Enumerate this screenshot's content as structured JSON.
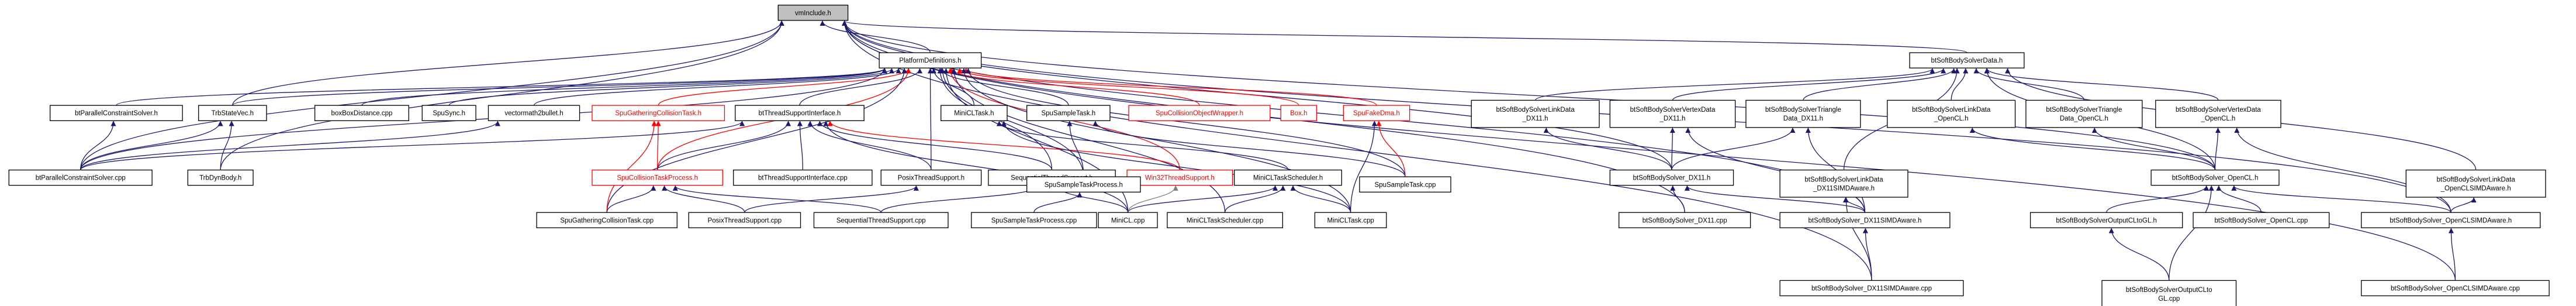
{
  "colors": {
    "edge_default": "#191970",
    "edge_red": "#ff0000",
    "edge_gray": "#7f7f7f",
    "node_red_text": "#ff0000",
    "root_fill": "#bfbfbf"
  },
  "nodes": [
    {
      "id": "vmi",
      "lines": [
        "vmInclude.h"
      ],
      "style": "root"
    },
    {
      "id": "pd",
      "lines": [
        "PlatformDefinitions.h"
      ],
      "style": "normal"
    },
    {
      "id": "sbsd",
      "lines": [
        "btSoftBodySolverData.h"
      ],
      "style": "normal"
    },
    {
      "id": "pcs_h",
      "lines": [
        "btParallelConstraintSolver.h"
      ],
      "style": "normal"
    },
    {
      "id": "trsm",
      "lines": [
        "TrbStateVec.h"
      ],
      "style": "normal"
    },
    {
      "id": "bbd",
      "lines": [
        "boxBoxDistance.cpp"
      ],
      "style": "normal"
    },
    {
      "id": "ssync",
      "lines": [
        "SpuSync.h"
      ],
      "style": "normal"
    },
    {
      "id": "vmb",
      "lines": [
        "vectormath2bullet.h"
      ],
      "style": "normal"
    },
    {
      "id": "sgct_h",
      "lines": [
        "SpuGatheringCollisionTask.h"
      ],
      "style": "red"
    },
    {
      "id": "btsi_h",
      "lines": [
        "btThreadSupportInterface.h"
      ],
      "style": "normal"
    },
    {
      "id": "mct_h",
      "lines": [
        "MiniCLTask.h"
      ],
      "style": "normal"
    },
    {
      "id": "sst_h",
      "lines": [
        "SpuSampleTask.h"
      ],
      "style": "normal"
    },
    {
      "id": "scow",
      "lines": [
        "SpuCollisionObjectWrapper.h"
      ],
      "style": "red"
    },
    {
      "id": "box",
      "lines": [
        "Box.h"
      ],
      "style": "red"
    },
    {
      "id": "sfd",
      "lines": [
        "SpuFakeDma.h"
      ],
      "style": "red"
    },
    {
      "id": "pcs_cpp",
      "lines": [
        "btParallelConstraintSolver.cpp"
      ],
      "style": "normal"
    },
    {
      "id": "tdb",
      "lines": [
        "TrbDynBody.h"
      ],
      "style": "normal"
    },
    {
      "id": "sctp_h",
      "lines": [
        "SpuCollisionTaskProcess.h"
      ],
      "style": "red"
    },
    {
      "id": "btsi_cpp",
      "lines": [
        "btThreadSupportInterface.cpp"
      ],
      "style": "normal"
    },
    {
      "id": "pts_h",
      "lines": [
        "PosixThreadSupport.h"
      ],
      "style": "normal"
    },
    {
      "id": "seqts_h",
      "lines": [
        "SequentialThreadSupport.h"
      ],
      "style": "normal"
    },
    {
      "id": "w32_h",
      "lines": [
        "Win32ThreadSupport.h"
      ],
      "style": "red"
    },
    {
      "id": "mcts_h",
      "lines": [
        "MiniCLTaskScheduler.h"
      ],
      "style": "normal"
    },
    {
      "id": "sstp_h",
      "lines": [
        "SpuSampleTaskProcess.h"
      ],
      "style": "normal"
    },
    {
      "id": "sst_cpp",
      "lines": [
        "SpuSampleTask.cpp"
      ],
      "style": "normal"
    },
    {
      "id": "sgct_cpp",
      "lines": [
        "SpuGatheringCollisionTask.cpp"
      ],
      "style": "normal"
    },
    {
      "id": "pts_cpp",
      "lines": [
        "PosixThreadSupport.cpp"
      ],
      "style": "normal"
    },
    {
      "id": "seqts_cpp",
      "lines": [
        "SequentialThreadSupport.cpp"
      ],
      "style": "normal"
    },
    {
      "id": "sstp_cpp",
      "lines": [
        "SpuSampleTaskProcess.cpp"
      ],
      "style": "normal"
    },
    {
      "id": "mcl_cpp",
      "lines": [
        "MiniCL.cpp"
      ],
      "style": "normal"
    },
    {
      "id": "mcts_cpp",
      "lines": [
        "MiniCLTaskScheduler.cpp"
      ],
      "style": "normal"
    },
    {
      "id": "mct_cpp",
      "lines": [
        "MiniCLTask.cpp"
      ],
      "style": "normal"
    },
    {
      "id": "ld11",
      "lines": [
        "btSoftBodySolverLinkData",
        "_DX11.h"
      ],
      "style": "normal"
    },
    {
      "id": "vd11",
      "lines": [
        "btSoftBodySolverVertexData",
        "_DX11.h"
      ],
      "style": "normal"
    },
    {
      "id": "td11",
      "lines": [
        "btSoftBodySolverTriangle",
        "Data_DX11.h"
      ],
      "style": "normal"
    },
    {
      "id": "ldocl",
      "lines": [
        "btSoftBodySolverLinkData",
        "_OpenCL.h"
      ],
      "style": "normal"
    },
    {
      "id": "tdocl",
      "lines": [
        "btSoftBodySolverTriangle",
        "Data_OpenCL.h"
      ],
      "style": "normal"
    },
    {
      "id": "vdocl",
      "lines": [
        "btSoftBodySolverVertexData",
        "_OpenCL.h"
      ],
      "style": "normal"
    },
    {
      "id": "dx11_h",
      "lines": [
        "btSoftBodySolver_DX11.h"
      ],
      "style": "normal"
    },
    {
      "id": "ld11s",
      "lines": [
        "btSoftBodySolverLinkData",
        "_DX11SIMDAware.h"
      ],
      "style": "normal"
    },
    {
      "id": "ocl_h",
      "lines": [
        "btSoftBodySolver_OpenCL.h"
      ],
      "style": "normal"
    },
    {
      "id": "ldocls",
      "lines": [
        "btSoftBodySolverLinkData",
        "_OpenCLSIMDAware.h"
      ],
      "style": "normal"
    },
    {
      "id": "dx11_cpp",
      "lines": [
        "btSoftBodySolver_DX11.cpp"
      ],
      "style": "normal"
    },
    {
      "id": "dx11s_h",
      "lines": [
        "btSoftBodySolver_DX11SIMDAware.h"
      ],
      "style": "normal"
    },
    {
      "id": "oclgl_h",
      "lines": [
        "btSoftBodySolverOutputCLtoGL.h"
      ],
      "style": "normal"
    },
    {
      "id": "ocl_cpp",
      "lines": [
        "btSoftBodySolver_OpenCL.cpp"
      ],
      "style": "normal"
    },
    {
      "id": "ocls_h",
      "lines": [
        "btSoftBodySolver_OpenCLSIMDAware.h"
      ],
      "style": "normal"
    },
    {
      "id": "dx11s_cpp",
      "lines": [
        "btSoftBodySolver_DX11SIMDAware.cpp"
      ],
      "style": "normal"
    },
    {
      "id": "oclgl_cpp",
      "lines": [
        "btSoftBodySolverOutputCLto",
        "GL.cpp"
      ],
      "style": "normal"
    },
    {
      "id": "ocls_cpp",
      "lines": [
        "btSoftBodySolver_OpenCLSIMDAware.cpp"
      ],
      "style": "normal"
    }
  ],
  "edges": [
    [
      "pd",
      "vmi",
      ""
    ],
    [
      "sbsd",
      "vmi",
      ""
    ],
    [
      "pcs_cpp",
      "vmi",
      ""
    ],
    [
      "trsm",
      "vmi",
      ""
    ],
    [
      "tdb",
      "vmi",
      ""
    ],
    [
      "dx11_h",
      "vmi",
      ""
    ],
    [
      "dx11_cpp",
      "vmi",
      ""
    ],
    [
      "dx11s_h",
      "vmi",
      ""
    ],
    [
      "dx11s_cpp",
      "vmi",
      ""
    ],
    [
      "ocl_h",
      "vmi",
      ""
    ],
    [
      "ocls_h",
      "vmi",
      ""
    ],
    [
      "ocls_cpp",
      "vmi",
      ""
    ],
    [
      "pcs_h",
      "pd",
      ""
    ],
    [
      "trsm",
      "pd",
      ""
    ],
    [
      "bbd",
      "pd",
      ""
    ],
    [
      "ssync",
      "pd",
      ""
    ],
    [
      "vmb",
      "pd",
      ""
    ],
    [
      "sgct_h",
      "pd",
      "red"
    ],
    [
      "btsi_h",
      "pd",
      ""
    ],
    [
      "mct_h",
      "pd",
      ""
    ],
    [
      "sst_h",
      "pd",
      ""
    ],
    [
      "scow",
      "pd",
      "red"
    ],
    [
      "box",
      "pd",
      "red"
    ],
    [
      "sfd",
      "pd",
      "red"
    ],
    [
      "pcs_cpp",
      "pd",
      ""
    ],
    [
      "sctp_h",
      "pd",
      "red"
    ],
    [
      "pts_h",
      "pd",
      ""
    ],
    [
      "seqts_h",
      "pd",
      ""
    ],
    [
      "w32_h",
      "pd",
      "red"
    ],
    [
      "sgct_cpp",
      "pd",
      ""
    ],
    [
      "mcl_cpp",
      "pd",
      ""
    ],
    [
      "mcts_cpp",
      "pd",
      ""
    ],
    [
      "mct_cpp",
      "pd",
      ""
    ],
    [
      "sst_cpp",
      "pd",
      ""
    ],
    [
      "sstp_h",
      "pd",
      ""
    ],
    [
      "pcs_cpp",
      "pcs_h",
      ""
    ],
    [
      "pcs_cpp",
      "trsm",
      ""
    ],
    [
      "tdb",
      "trsm",
      ""
    ],
    [
      "pcs_cpp",
      "vmb",
      ""
    ],
    [
      "sgct_cpp",
      "sgct_h",
      "red"
    ],
    [
      "sctp_h",
      "sgct_h",
      "red"
    ],
    [
      "sctp_h",
      "btsi_h",
      ""
    ],
    [
      "btsi_cpp",
      "btsi_h",
      ""
    ],
    [
      "pts_h",
      "btsi_h",
      ""
    ],
    [
      "seqts_h",
      "btsi_h",
      ""
    ],
    [
      "w32_h",
      "btsi_h",
      "red"
    ],
    [
      "pcs_cpp",
      "btsi_h",
      ""
    ],
    [
      "mcl_cpp",
      "btsi_h",
      ""
    ],
    [
      "mcts_h",
      "mct_h",
      ""
    ],
    [
      "mct_cpp",
      "mct_h",
      ""
    ],
    [
      "sstp_h",
      "sst_h",
      ""
    ],
    [
      "sst_cpp",
      "sst_h",
      ""
    ],
    [
      "sst_cpp",
      "sfd",
      "red"
    ],
    [
      "mct_cpp",
      "sfd",
      ""
    ],
    [
      "sgct_cpp",
      "sctp_h",
      ""
    ],
    [
      "pts_cpp",
      "sctp_h",
      ""
    ],
    [
      "seqts_cpp",
      "sctp_h",
      ""
    ],
    [
      "pts_cpp",
      "pts_h",
      ""
    ],
    [
      "seqts_cpp",
      "seqts_h",
      ""
    ],
    [
      "mcl_cpp",
      "seqts_h",
      ""
    ],
    [
      "mcl_cpp",
      "w32_h",
      "gray"
    ],
    [
      "mcl_cpp",
      "mcts_h",
      ""
    ],
    [
      "mcts_cpp",
      "mcts_h",
      ""
    ],
    [
      "mct_cpp",
      "mcts_h",
      ""
    ],
    [
      "sstp_cpp",
      "sstp_h",
      ""
    ],
    [
      "ld11",
      "sbsd",
      ""
    ],
    [
      "vd11",
      "sbsd",
      ""
    ],
    [
      "td11",
      "sbsd",
      ""
    ],
    [
      "ldocl",
      "sbsd",
      ""
    ],
    [
      "tdocl",
      "sbsd",
      ""
    ],
    [
      "vdocl",
      "sbsd",
      ""
    ],
    [
      "ld11s",
      "sbsd",
      ""
    ],
    [
      "ldocls",
      "sbsd",
      ""
    ],
    [
      "ocl_h",
      "sbsd",
      ""
    ],
    [
      "dx11_h",
      "ld11",
      ""
    ],
    [
      "dx11_h",
      "vd11",
      ""
    ],
    [
      "dx11s_h",
      "vd11",
      ""
    ],
    [
      "dx11_h",
      "td11",
      ""
    ],
    [
      "dx11s_h",
      "td11",
      ""
    ],
    [
      "ocl_h",
      "ldocl",
      ""
    ],
    [
      "ocl_h",
      "tdocl",
      ""
    ],
    [
      "ocl_h",
      "vdocl",
      ""
    ],
    [
      "ocls_h",
      "vdocl",
      ""
    ],
    [
      "dx11_cpp",
      "dx11_h",
      ""
    ],
    [
      "dx11s_h",
      "dx11_h",
      ""
    ],
    [
      "dx11s_h",
      "ld11s",
      ""
    ],
    [
      "dx11s_cpp",
      "ld11s",
      ""
    ],
    [
      "dx11s_cpp",
      "dx11s_h",
      ""
    ],
    [
      "oclgl_h",
      "ocl_h",
      ""
    ],
    [
      "ocl_cpp",
      "ocl_h",
      ""
    ],
    [
      "ocls_h",
      "ocl_h",
      ""
    ],
    [
      "oclgl_cpp",
      "ocl_h",
      ""
    ],
    [
      "ocls_h",
      "ldocls",
      ""
    ],
    [
      "oclgl_cpp",
      "oclgl_h",
      ""
    ],
    [
      "ocls_cpp",
      "ocls_h",
      ""
    ]
  ]
}
